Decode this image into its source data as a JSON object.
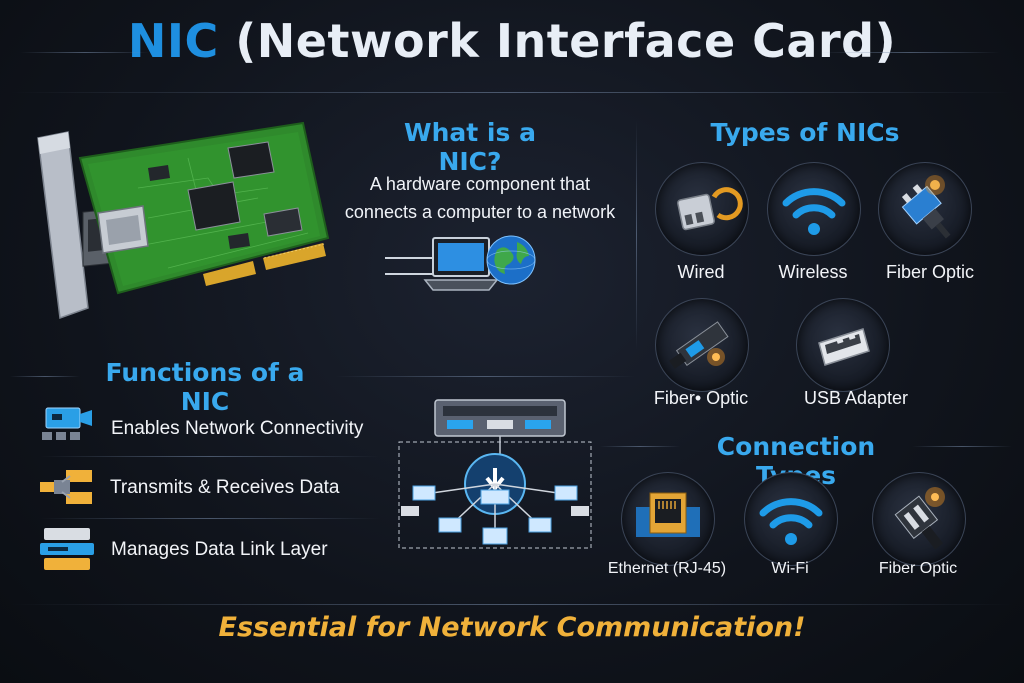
{
  "title": {
    "accent": "NIC",
    "rest": " (Network Interface Card)"
  },
  "what_is": {
    "heading": "What is a NIC?",
    "line1": "A hardware component that",
    "line2": "connects a computer to a network"
  },
  "types": {
    "heading": "Types of NICs",
    "items": [
      "Wired",
      "Wireless",
      "Fiber Optic",
      "Fiber• Optic",
      "USB Adapter"
    ]
  },
  "functions": {
    "heading": "Functions of a NIC",
    "items": [
      "Enables Network Connectivity",
      "Transmits & Receives Data",
      "Manages Data Link Layer"
    ]
  },
  "connections": {
    "heading": "Connection Types",
    "items": [
      "Ethernet (RJ-45)",
      "Wi-Fi",
      "Fiber Optic"
    ]
  },
  "footer": "Essential for Network Communication!",
  "colors": {
    "accent_blue": "#39a9ee",
    "title_blue": "#1e8fe0",
    "footer_gold": "#f0b13a",
    "pcb_green": "#2f8a2c"
  },
  "icons": [
    "nic-card-icon",
    "laptop-globe-icon",
    "rj45-plug-icon",
    "wifi-icon",
    "fiber-connector-icon",
    "usb-adapter-icon",
    "network-topology-icon",
    "ethernet-port-icon"
  ]
}
